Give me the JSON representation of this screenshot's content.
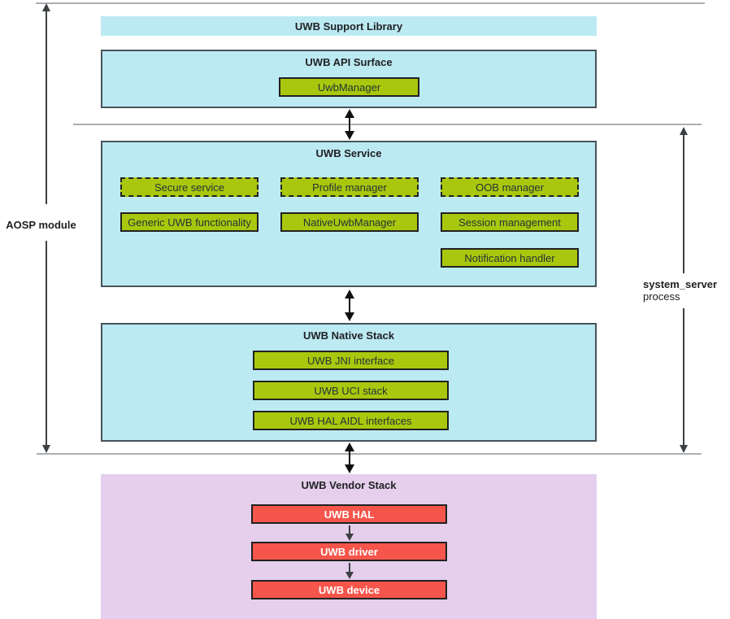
{
  "colors": {
    "cyan_fill": "#bceaf3",
    "cyan_border": "#47535a",
    "green_fill": "#a9c80d",
    "red_fill": "#f5554b",
    "purple_fill": "#e5cfec",
    "separator_gray": "#abafb3",
    "arrow_black": "#101010",
    "arrow_gray": "#3c4043",
    "text_dark": "#202124",
    "text_white": "#ffffff"
  },
  "annotations": {
    "aosp_module": "AOSP module",
    "system_server": "system_server",
    "process": "process"
  },
  "support_library": {
    "title": "UWB Support Library"
  },
  "api_surface": {
    "title": "UWB API Surface",
    "modules": [
      {
        "label": "UwbManager"
      }
    ]
  },
  "service": {
    "title": "UWB Service",
    "dashed_modules": [
      {
        "label": "Secure service"
      },
      {
        "label": "Profile manager"
      },
      {
        "label": "OOB manager"
      }
    ],
    "solid_modules": [
      {
        "label": "Generic UWB functionality"
      },
      {
        "label": "NativeUwbManager"
      },
      {
        "label": "Session management"
      },
      {
        "label": "Notification handler"
      }
    ]
  },
  "native_stack": {
    "title": "UWB Native Stack",
    "modules": [
      {
        "label": "UWB JNI interface"
      },
      {
        "label": "UWB UCI stack"
      },
      {
        "label": "UWB HAL AIDL interfaces"
      }
    ]
  },
  "vendor_stack": {
    "title": "UWB Vendor Stack",
    "modules": [
      {
        "label": "UWB HAL"
      },
      {
        "label": "UWB driver"
      },
      {
        "label": "UWB device"
      }
    ]
  }
}
